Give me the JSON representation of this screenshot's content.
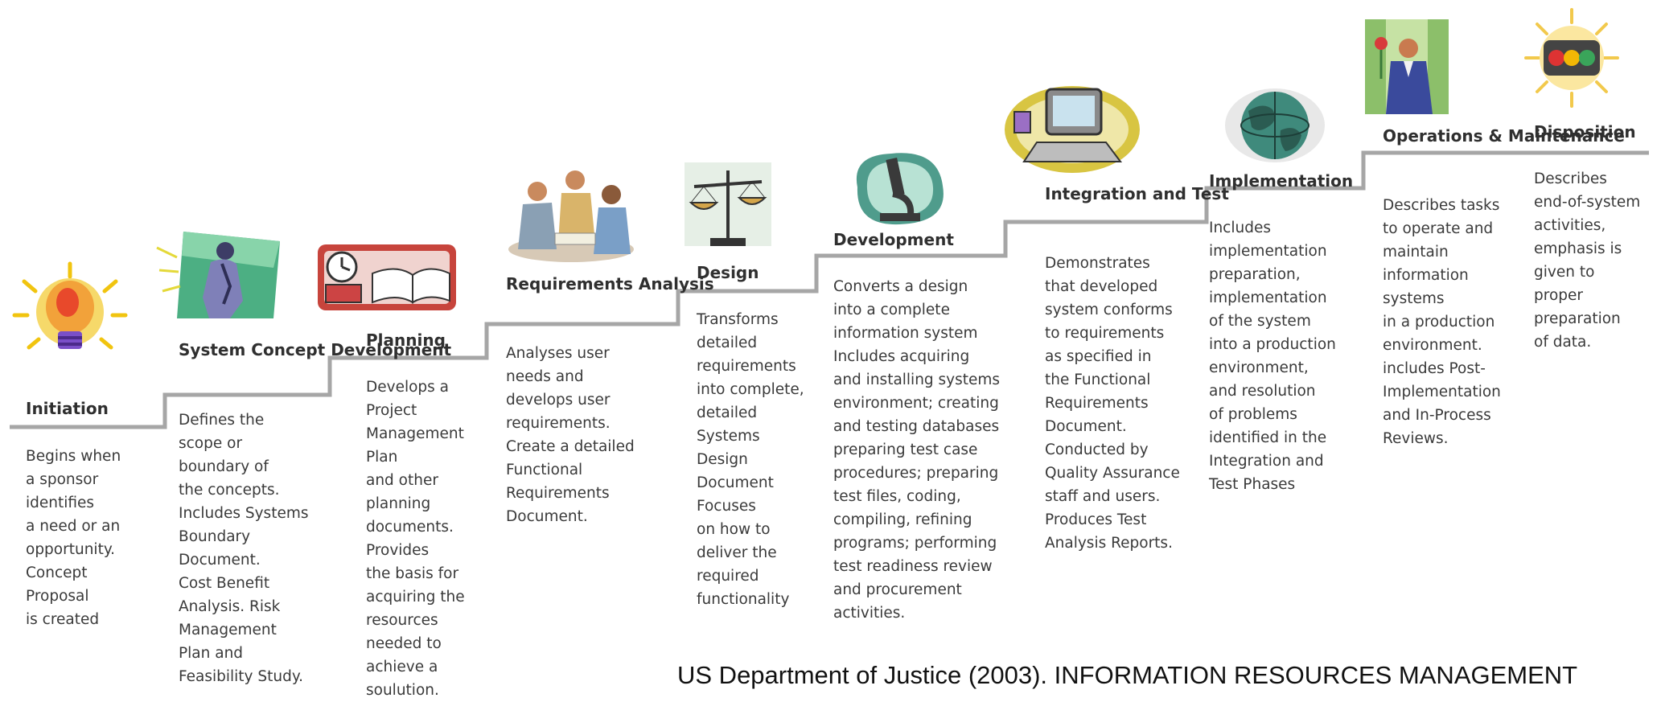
{
  "diagram": {
    "stages": [
      {
        "title": [
          "Initiation"
        ],
        "description": [
          "Begins when",
          "a sponsor",
          "identifies",
          "a need or an",
          "opportunity.",
          "Concept",
          "Proposal",
          "is created"
        ],
        "icon": "lightbulb-icon"
      },
      {
        "title": [
          "System Concept",
          "Development"
        ],
        "description": [
          "Defines the",
          "scope or",
          "boundary of",
          "the concepts.",
          "Includes Systems",
          "Boundary",
          "Document.",
          "Cost Benefit",
          "Analysis. Risk",
          "Management",
          "Plan and",
          "Feasibility Study."
        ],
        "icon": "thinker-icon"
      },
      {
        "title": [
          "Planning"
        ],
        "description": [
          "Develops a",
          "Project",
          "Management",
          "Plan",
          "and other",
          "planning",
          "documents.",
          "Provides",
          "the basis for",
          "acquiring the",
          "resources",
          "needed to",
          "achieve a",
          "soulution."
        ],
        "icon": "book-clock-icon"
      },
      {
        "title": [
          "Requirements",
          "Analysis"
        ],
        "description": [
          "Analyses user",
          "needs and",
          "develops user",
          "requirements.",
          "Create a detailed",
          "Functional",
          "Requirements",
          "Document."
        ],
        "icon": "meeting-icon"
      },
      {
        "title": [
          "Design"
        ],
        "description": [
          "Transforms",
          "detailed",
          "requirements",
          "into complete,",
          "detailed",
          "Systems",
          "Design",
          "Document",
          "Focuses",
          "on how to",
          "deliver the",
          "required",
          "functionality"
        ],
        "icon": "scales-icon"
      },
      {
        "title": [
          "Development"
        ],
        "description": [
          "Converts a design",
          "into a complete",
          "information system",
          "Includes acquiring",
          "and installing systems",
          "environment; creating",
          "and testing databases",
          "preparing test case",
          "procedures; preparing",
          "test files, coding,",
          "compiling, refining",
          "programs; performing",
          "test readiness review",
          "and procurement",
          "activities."
        ],
        "icon": "microscope-icon"
      },
      {
        "title": [
          "Integration",
          "and Test"
        ],
        "description": [
          "Demonstrates",
          "that developed",
          "system conforms",
          "to requirements",
          "as specified in",
          "the Functional",
          "Requirements",
          "Document.",
          "Conducted by",
          "Quality Assurance",
          "staff and users.",
          "Produces Test",
          "Analysis Reports."
        ],
        "icon": "computer-icon"
      },
      {
        "title": [
          "Implementation"
        ],
        "description": [
          "Includes",
          "implementation",
          "preparation,",
          "implementation",
          "of the system",
          "into a production",
          "environment,",
          "and resolution",
          "of problems",
          "identified in the",
          "Integration and",
          "Test Phases"
        ],
        "icon": "globe-icon"
      },
      {
        "title": [
          "Operations &",
          "Maintenance"
        ],
        "description": [
          "Describes tasks",
          "to operate and",
          "maintain",
          "information",
          "systems",
          "in a production",
          "environment.",
          "includes Post-",
          "Implementation",
          "and In-Process",
          "Reviews."
        ],
        "icon": "businessman-icon"
      },
      {
        "title": [
          "Disposition"
        ],
        "description": [
          "Describes",
          "end-of-system",
          "activities,",
          "emphasis is",
          "given to",
          "proper",
          "preparation",
          "of data."
        ],
        "icon": "traffic-light-icon"
      }
    ]
  },
  "citation": "US Department of Justice (2003). INFORMATION RESOURCES MANAGEMENT",
  "colors": {
    "staircase": "#a6a6a6",
    "title": "#2f2f2f",
    "text": "#3a3a3a"
  }
}
